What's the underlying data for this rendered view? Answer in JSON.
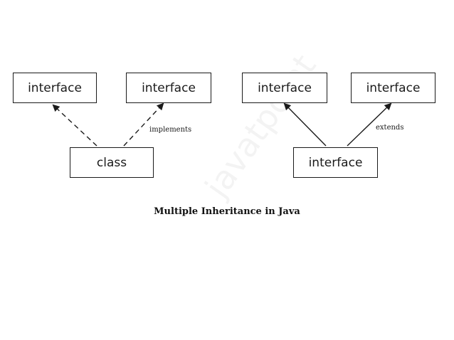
{
  "left_diagram": {
    "parent_left_label": "interface",
    "parent_right_label": "interface",
    "child_label": "class",
    "relation_label": "implements"
  },
  "right_diagram": {
    "parent_left_label": "interface",
    "parent_right_label": "interface",
    "child_label": "interface",
    "relation_label": "extends"
  },
  "caption": "Multiple Inheritance in Java",
  "watermark": "javatpoint",
  "colors": {
    "line": "#1a1a1a",
    "background": "#ffffff"
  }
}
